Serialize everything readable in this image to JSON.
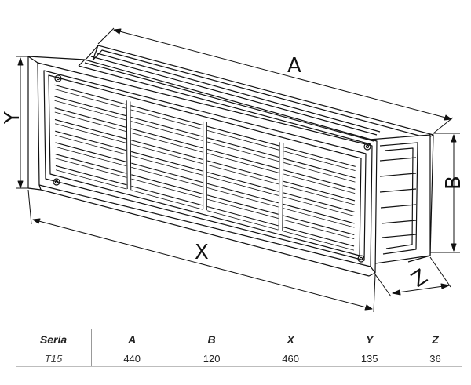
{
  "drawing": {
    "labels": {
      "a": "A",
      "b": "B",
      "x": "X",
      "y": "Y",
      "z": "Z"
    },
    "grille": {
      "louver_rows": 8,
      "louver_columns": 4
    },
    "line_color": "#111111"
  },
  "table": {
    "headers": [
      "Seria",
      "A",
      "B",
      "X",
      "Y",
      "Z"
    ],
    "rows": [
      [
        "T15",
        "440",
        "120",
        "460",
        "135",
        "36"
      ]
    ]
  }
}
